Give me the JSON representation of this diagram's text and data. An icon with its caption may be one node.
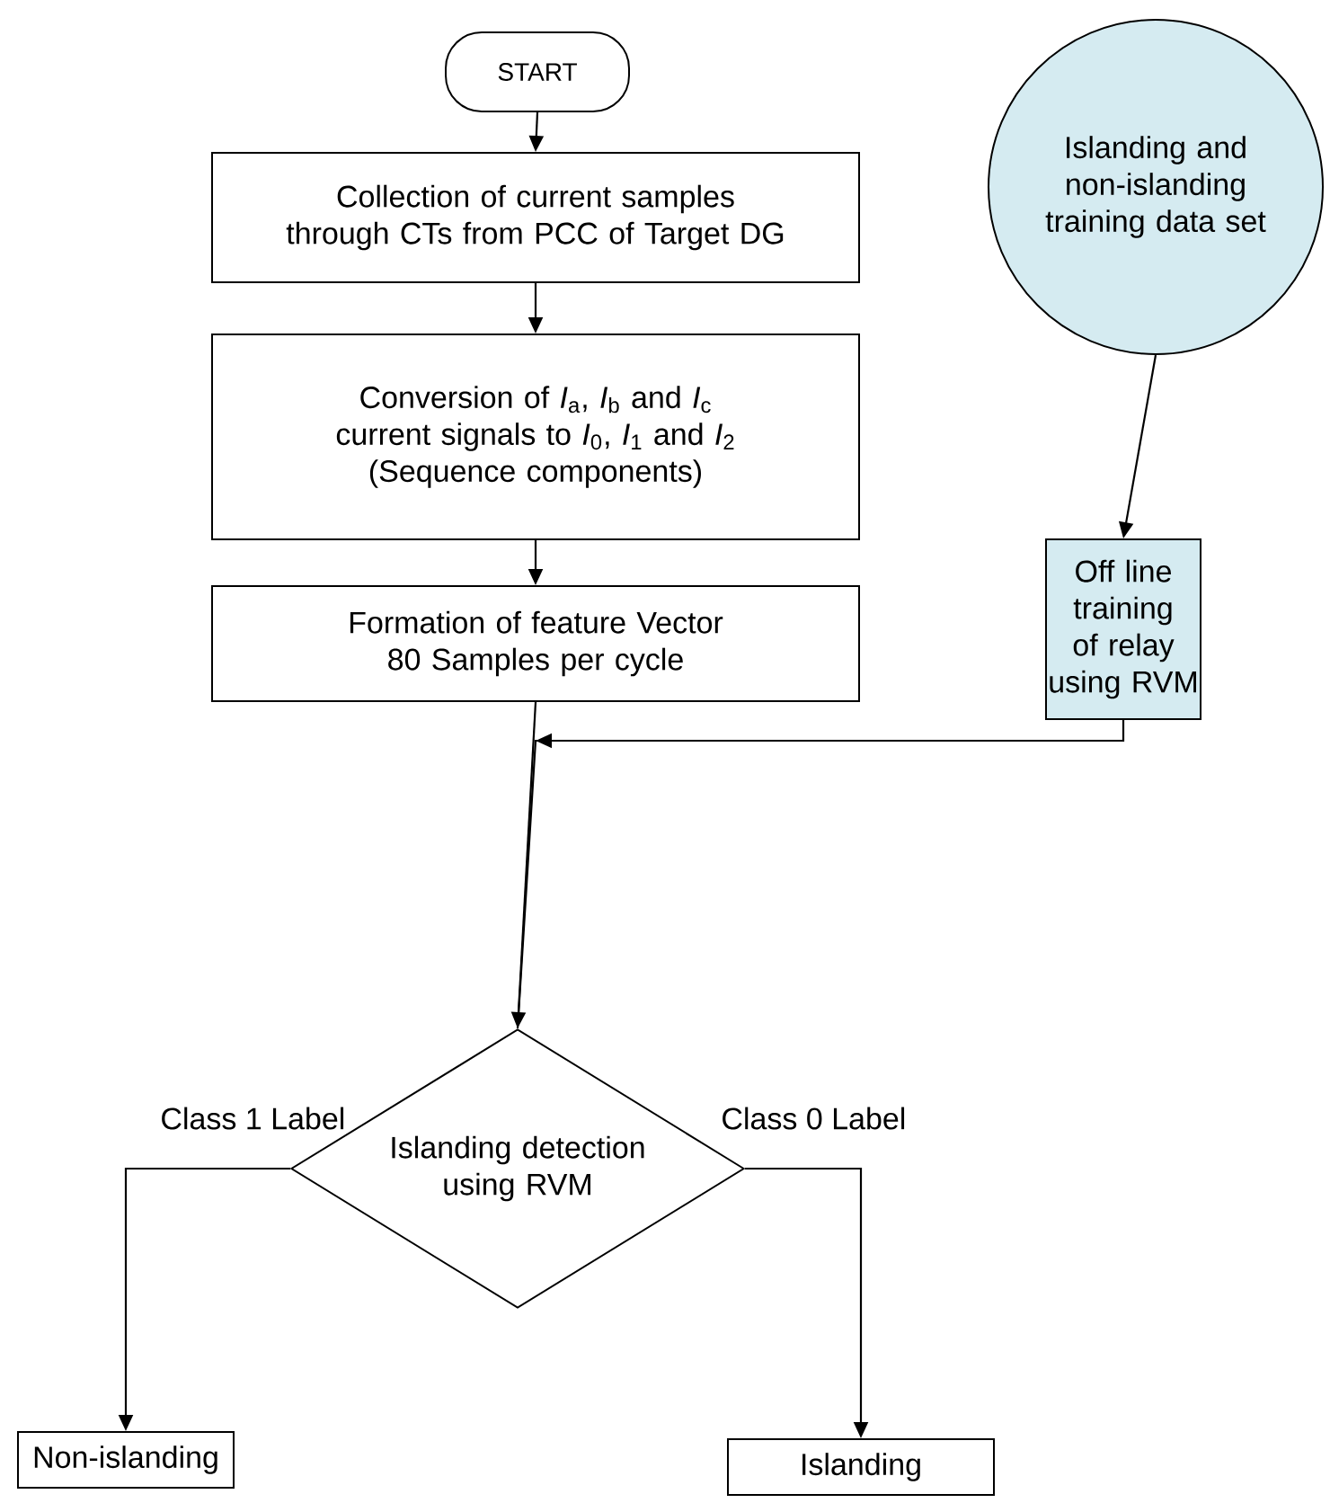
{
  "diagram": {
    "nodes": [
      {
        "text": [
          "START"
        ]
      },
      {
        "text": [
          "Collection of current samples through CTs from PCC of Target DG"
        ]
      },
      {
        "text": [
          "Conversion of *I*$_{a}$, *I*$_{b}$ and *I*$_{c}$ current signals to *I*$_{0}$, *I*$_{1}$ and *I*$_{2}$",
          "(Sequence components)"
        ]
      },
      {
        "text": [
          "Formation of feature Vector",
          "80 Samples per cycle"
        ]
      },
      {
        "text": [
          "Islanding and non-islanding training data set"
        ]
      },
      {
        "text": [
          "Off line training of relay using RVM"
        ]
      },
      {
        "text": [
          "Islanding detection using RVM"
        ]
      },
      {
        "text": [
          "Non-islanding"
        ]
      },
      {
        "text": [
          "Islanding"
        ]
      }
    ],
    "edges": [
      {
        "from": 0,
        "to": 1,
        "arrow": "to"
      },
      {
        "from": 1,
        "to": 2,
        "arrow": "to"
      },
      {
        "from": 2,
        "to": 3,
        "arrow": "to"
      },
      {
        "from": 3,
        "to": 6,
        "arrow": "to"
      },
      {
        "from": 4,
        "to": 5,
        "arrow": "to"
      },
      {
        "from": 5,
        "to": 6,
        "arrow": "to"
      },
      {
        "from": 6,
        "to": 7,
        "arrow": "to",
        "label": "Class 1 Label"
      },
      {
        "from": 6,
        "to": 8,
        "arrow": "to",
        "label": "Class 0 Label"
      }
    ]
  }
}
